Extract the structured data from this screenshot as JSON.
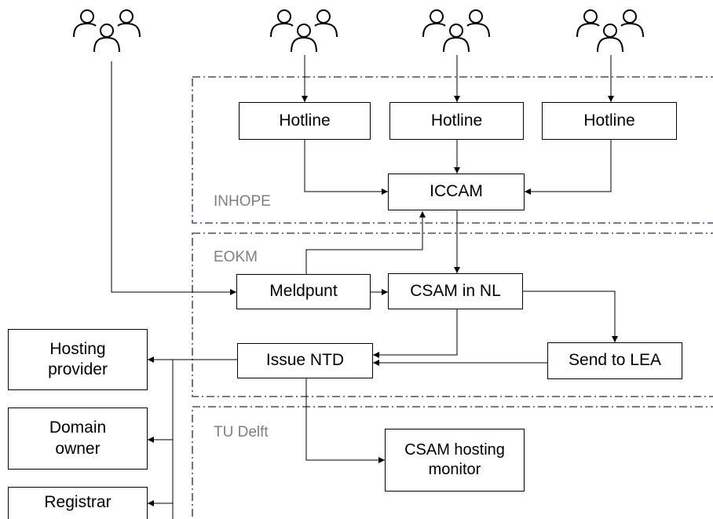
{
  "regions": {
    "inhope": "INHOPE",
    "eokm": "EOKM",
    "tudelft": "TU Delft"
  },
  "nodes": {
    "hotline_1": "Hotline",
    "hotline_2": "Hotline",
    "hotline_3": "Hotline",
    "iccam": "ICCAM",
    "meldpunt": "Meldpunt",
    "csam_in_nl": "CSAM in NL",
    "issue_ntd": "Issue NTD",
    "send_to_lea": "Send to LEA",
    "csam_hosting_monitor": "CSAM hosting\nmonitor",
    "hosting_provider": "Hosting\nprovider",
    "domain_owner": "Domain\nowner",
    "registrar": "Registrar"
  },
  "colors": {
    "region_border": "#44546a",
    "region_label": "#7f7f7f",
    "line": "#000000"
  },
  "icons": [
    "users-icon",
    "users-icon",
    "users-icon",
    "users-icon"
  ]
}
